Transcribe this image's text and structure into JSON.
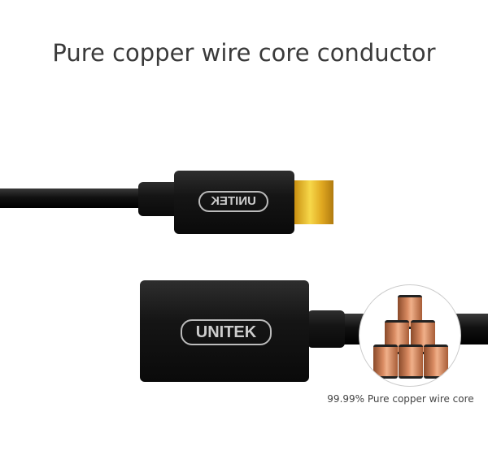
{
  "title": "Pure copper wire core conductor",
  "micro_usb_logo": "UNITEK",
  "female_usb_logo": "UNITEK",
  "caption": "99.99% Pure copper wire core",
  "colors": {
    "cable": "#111111",
    "plug": "#e0b020",
    "copper": "#d98b62"
  }
}
